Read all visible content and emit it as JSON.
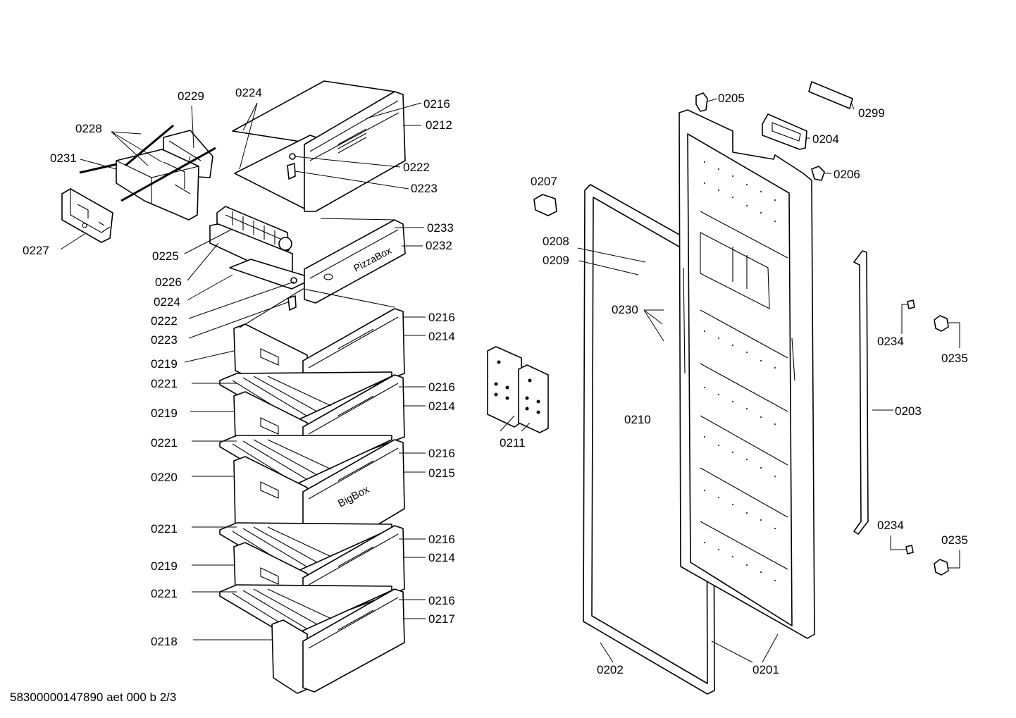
{
  "document_id": "58300000147890 aet 000 b 2/3",
  "box_labels": {
    "pizza": "PizzaBox",
    "big": "BigBox"
  },
  "callouts": {
    "c0229": "0229",
    "c0228": "0228",
    "c0231": "0231",
    "c0227": "0227",
    "c0224a": "0224",
    "c0216a": "0216",
    "c0212": "0212",
    "c0222a": "0222",
    "c0223a": "0223",
    "c0233": "0233",
    "c0232": "0232",
    "c0225": "0225",
    "c0226": "0226",
    "c0224b": "0224",
    "c0222b": "0222",
    "c0223b": "0223",
    "c0216b": "0216",
    "c0214a": "0214",
    "c0219a": "0219",
    "c0221a": "0221",
    "c0216c": "0216",
    "c0214b": "0214",
    "c0219b": "0219",
    "c0221b": "0221",
    "c0216d": "0216",
    "c0215": "0215",
    "c0220": "0220",
    "c0221c": "0221",
    "c0216e": "0216",
    "c0214c": "0214",
    "c0219c": "0219",
    "c0221d": "0221",
    "c0216f": "0216",
    "c0217": "0217",
    "c0218": "0218",
    "c0207": "0207",
    "c0208": "0208",
    "c0209": "0209",
    "c0230": "0230",
    "c0210": "0210",
    "c0211": "0211",
    "c0202": "0202",
    "c0201": "0201",
    "c0205": "0205",
    "c0299": "0299",
    "c0204": "0204",
    "c0206": "0206",
    "c0234a": "0234",
    "c0235a": "0235",
    "c0203": "0203",
    "c0234b": "0234",
    "c0235b": "0235"
  }
}
